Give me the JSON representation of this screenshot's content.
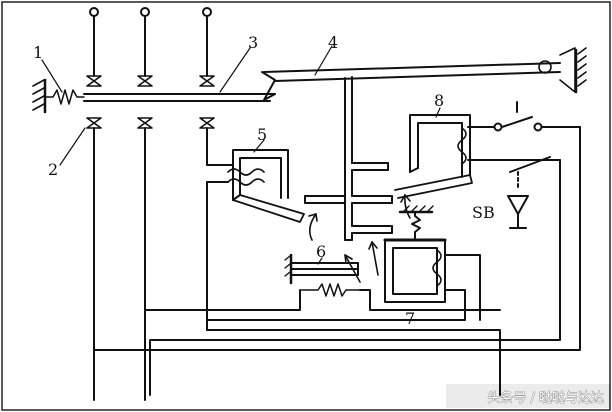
{
  "diagram": {
    "labels": {
      "n1": "1",
      "n2": "2",
      "n3": "3",
      "n4": "4",
      "n5": "5",
      "n6": "6",
      "n7": "7",
      "n8": "8",
      "sb": "SB"
    },
    "watermark": "头条号 / 哒哒与达达"
  }
}
